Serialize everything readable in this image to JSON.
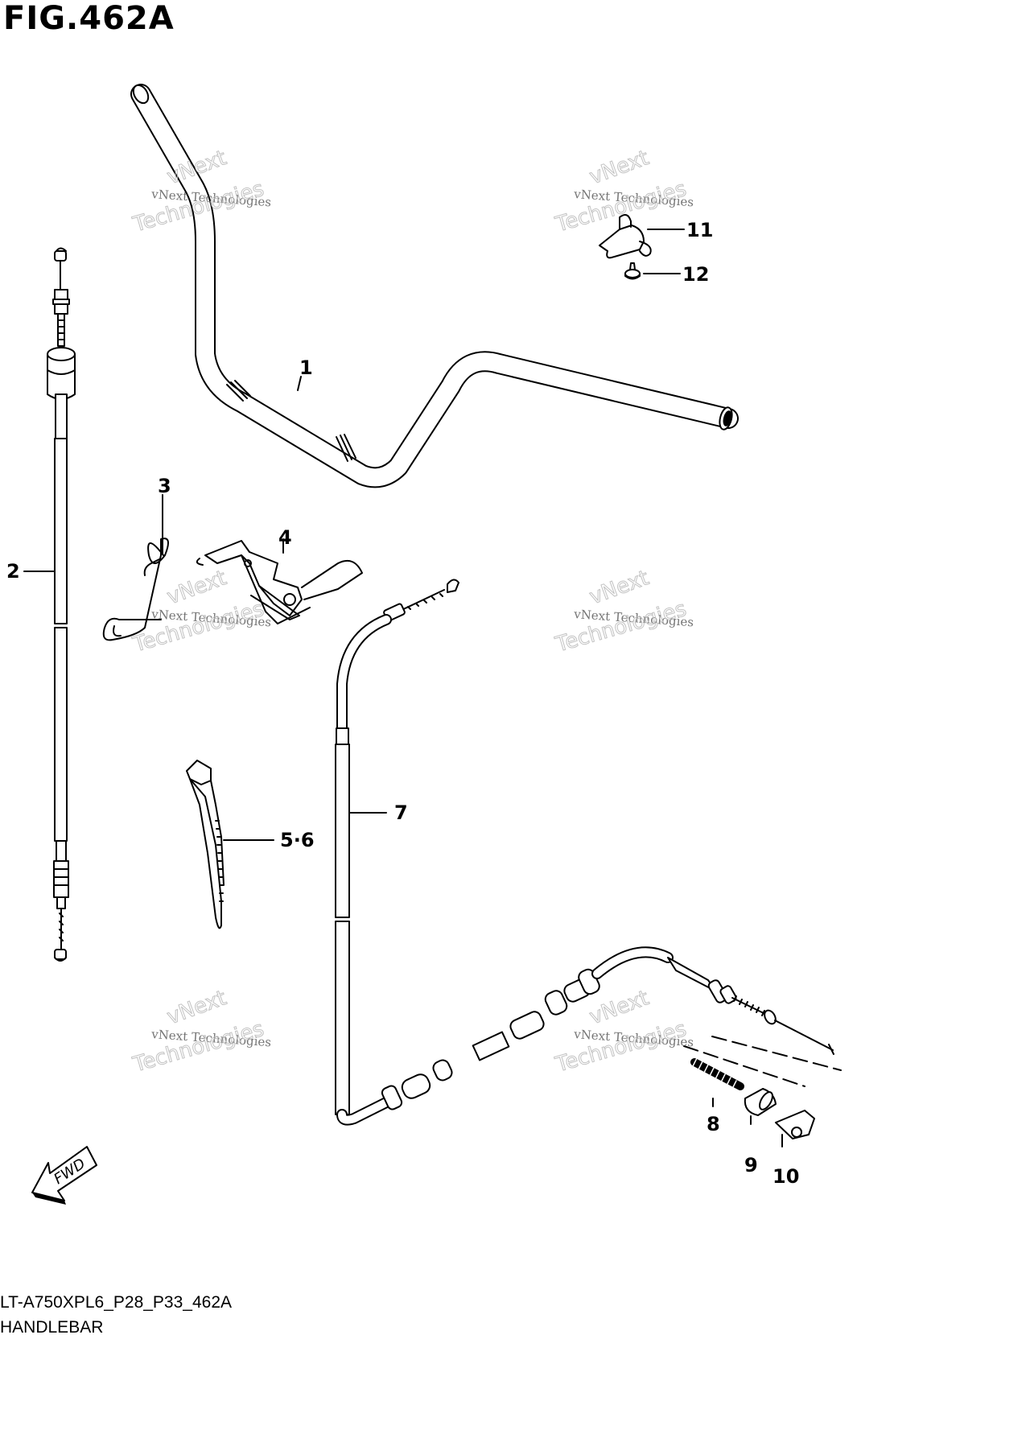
{
  "figure": {
    "title": "FIG.462A",
    "model_code": "LT-A750XPL6_P28_P33_462A",
    "section_name": "HANDLEBAR"
  },
  "callouts": {
    "c1": "1",
    "c2": "2",
    "c3": "3",
    "c4": "4",
    "c56": "5·6",
    "c7": "7",
    "c8": "8",
    "c9": "9",
    "c10": "10",
    "c11": "11",
    "c12": "12"
  },
  "direction_label": "FWD",
  "watermark": {
    "line1": "vNext Technologies",
    "line2": "vNext",
    "line3": "Technologies"
  },
  "icons": [
    "forward-arrow-icon"
  ]
}
